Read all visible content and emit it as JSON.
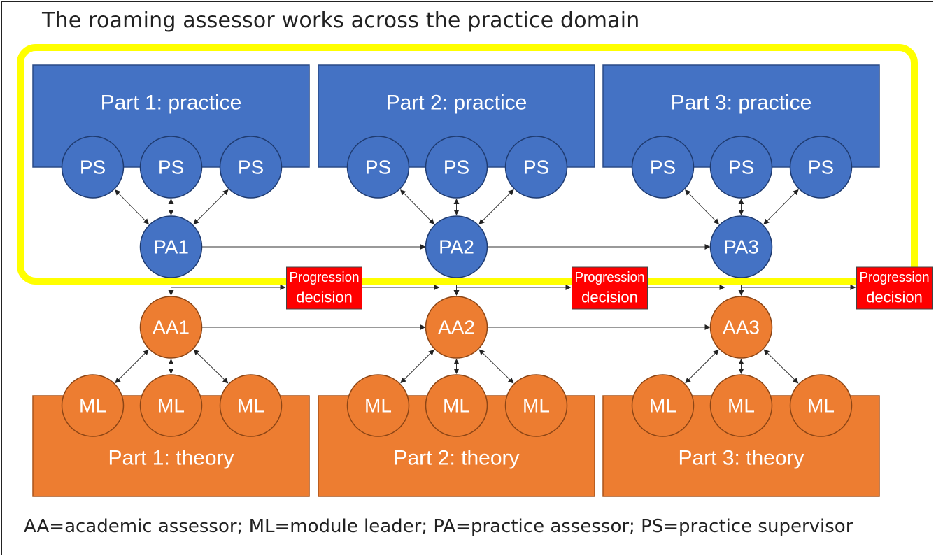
{
  "title": "The roaming assessor works across the practice domain",
  "legend": "AA=academic assessor; ML=module leader; PA=practice assessor; PS=practice supervisor",
  "colors": {
    "practice_blue": "#4472C4",
    "theory_orange": "#ED7D31",
    "highlight_yellow": "#FFFF00",
    "decision_red": "#FF0000"
  },
  "parts": [
    {
      "practice_label": "Part 1: practice",
      "theory_label": "Part 1: theory",
      "supervisors": [
        "PS",
        "PS",
        "PS"
      ],
      "practice_assessor": "PA1",
      "academic_assessor": "AA1",
      "module_leaders": [
        "ML",
        "ML",
        "ML"
      ],
      "decision": [
        "Progression",
        "decision"
      ]
    },
    {
      "practice_label": "Part 2: practice",
      "theory_label": "Part 2: theory",
      "supervisors": [
        "PS",
        "PS",
        "PS"
      ],
      "practice_assessor": "PA2",
      "academic_assessor": "AA2",
      "module_leaders": [
        "ML",
        "ML",
        "ML"
      ],
      "decision": [
        "Progression",
        "decision"
      ]
    },
    {
      "practice_label": "Part 3: practice",
      "theory_label": "Part 3: theory",
      "supervisors": [
        "PS",
        "PS",
        "PS"
      ],
      "practice_assessor": "PA3",
      "academic_assessor": "AA3",
      "module_leaders": [
        "ML",
        "ML",
        "ML"
      ],
      "decision": [
        "Progression",
        "decision"
      ]
    }
  ]
}
